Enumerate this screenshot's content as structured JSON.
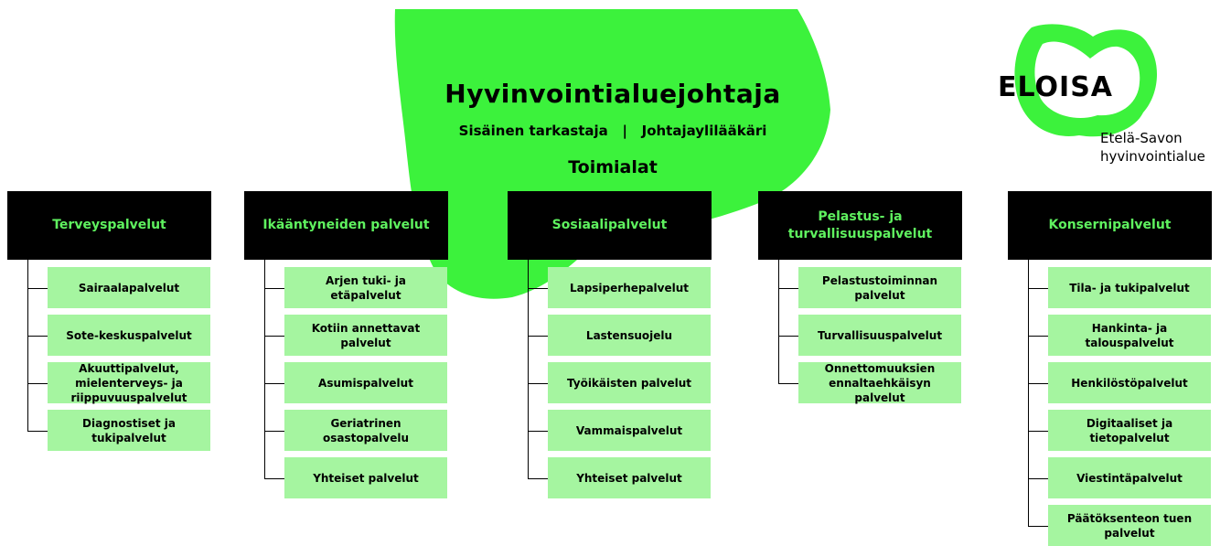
{
  "header": {
    "title": "Hyvinvointialuejohtaja",
    "subtitle": "Sisäinen tarkastaja   |   Johtajaylilääkäri",
    "section": "Toimialat"
  },
  "logo": {
    "wordmark": "ELOISA",
    "line1": "Etelä-Savon",
    "line2": "hyvinvointialue"
  },
  "colors": {
    "accent": "#3cf23c",
    "box": "#a5f5a0",
    "header_bg": "#000000",
    "header_text": "#5ff25f"
  },
  "columns": [
    {
      "title": "Terveyspalvelut",
      "items": [
        "Sairaalapalvelut",
        "Sote-keskuspalvelut",
        "Akuuttipalvelut, mielenterveys- ja riippuvuuspalvelut",
        "Diagnostiset ja tukipalvelut"
      ]
    },
    {
      "title": "Ikääntyneiden palvelut",
      "items": [
        "Arjen tuki- ja etäpalvelut",
        "Kotiin annettavat palvelut",
        "Asumispalvelut",
        "Geriatrinen osastopalvelu",
        "Yhteiset palvelut"
      ]
    },
    {
      "title": "Sosiaalipalvelut",
      "items": [
        "Lapsiperhepalvelut",
        "Lastensuojelu",
        "Työikäisten palvelut",
        "Vammaispalvelut",
        "Yhteiset palvelut"
      ]
    },
    {
      "title": "Pelastus- ja turvallisuuspalvelut",
      "items": [
        "Pelastustoiminnan palvelut",
        "Turvallisuuspalvelut",
        "Onnettomuuksien ennaltaehkäisyn palvelut"
      ]
    },
    {
      "title": "Konsernipalvelut",
      "items": [
        "Tila- ja tukipalvelut",
        "Hankinta- ja talouspalvelut",
        "Henkilöstöpalvelut",
        "Digitaaliset ja tietopalvelut",
        "Viestintäpalvelut",
        "Päätöksenteon tuen palvelut"
      ]
    }
  ]
}
